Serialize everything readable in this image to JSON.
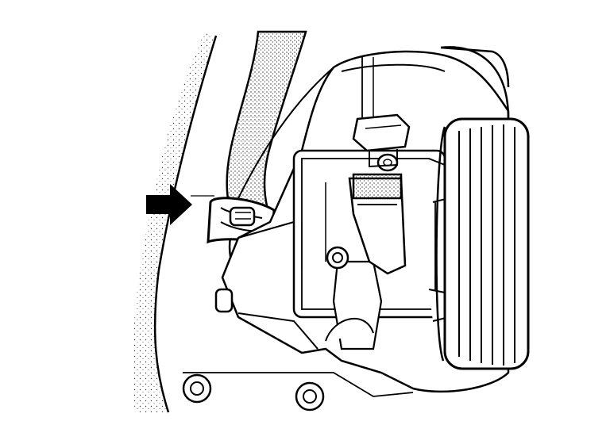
{
  "diagram": {
    "subject": "power-steering-pump-assembly",
    "line_color": "#000000",
    "stipple_color": "#3a3a3a",
    "background_color": "#ffffff",
    "callout": {
      "icon": "arrow-right-icon",
      "points_to": "hose-clamp"
    },
    "parts": [
      "engine-block-wall",
      "pressure-hose",
      "hose-clamp",
      "pump-body",
      "pressure-fitting",
      "fitting-bolt",
      "pulley",
      "mounting-bolt-upper",
      "mounting-bolt-lower-left",
      "mounting-bolt-lower-right",
      "side-bolt"
    ]
  }
}
